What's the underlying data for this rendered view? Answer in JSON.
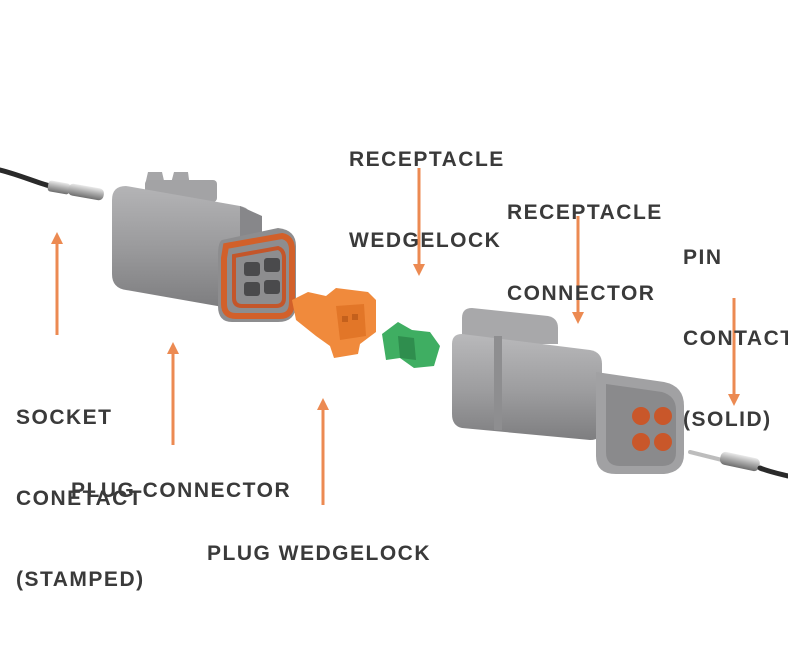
{
  "labels": {
    "receptacle_wedgelock": [
      "RECEPTACLE",
      "WEDGELOCK"
    ],
    "receptacle_connector": [
      "RECEPTACLE",
      "CONNECTOR"
    ],
    "pin_contact": [
      "PIN",
      "CONTACT",
      "(SOLID)"
    ],
    "socket_contact": [
      "SOCKET",
      "CONETACT",
      "(STAMPED)"
    ],
    "plug_connector": "PLUG CONNECTOR",
    "plug_wedgelock": "PLUG WEDGELOCK"
  },
  "colors": {
    "arrow": "#ec8a52",
    "housing": "#9a9a9c",
    "seal": "#d2602a",
    "wedge_plug": "#f08a3c",
    "wedge_receptacle": "#3fae62",
    "text": "#3a3a3a"
  }
}
